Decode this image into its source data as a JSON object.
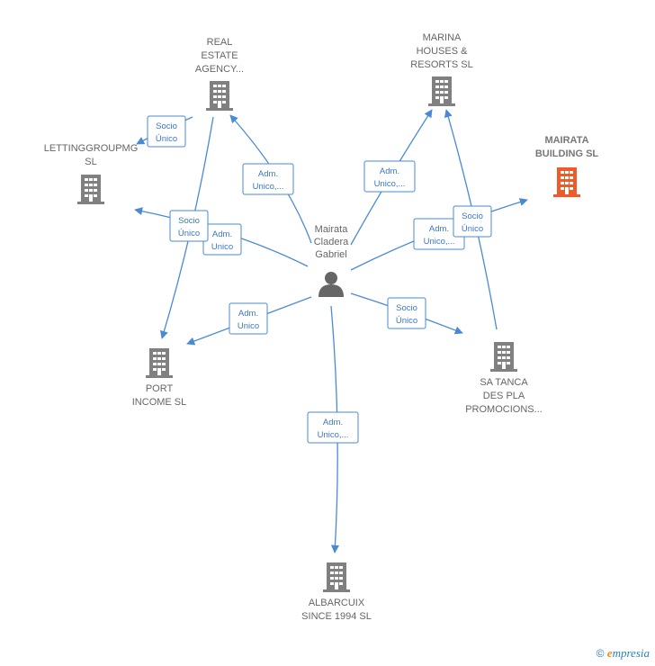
{
  "center": {
    "id": "person",
    "lines": [
      "Mairata",
      "Cladera",
      "Gabriel"
    ]
  },
  "companies": [
    {
      "id": "real_estate",
      "lines": [
        "REAL",
        "ESTATE",
        "AGENCY..."
      ],
      "color": "#808080",
      "bold": false
    },
    {
      "id": "marina",
      "lines": [
        "MARINA",
        "HOUSES &",
        "RESORTS  SL"
      ],
      "color": "#808080",
      "bold": false
    },
    {
      "id": "lettinggroup",
      "lines": [
        "LETTINGGROUPMG",
        "SL"
      ],
      "color": "#808080",
      "bold": false
    },
    {
      "id": "mairata_building",
      "lines": [
        "MAIRATA",
        "BUILDING  SL"
      ],
      "color": "#f05a28",
      "bold": true
    },
    {
      "id": "port_income",
      "lines": [
        "PORT",
        "INCOME  SL"
      ],
      "color": "#808080",
      "bold": false
    },
    {
      "id": "sa_tanca",
      "lines": [
        "SA TANCA",
        "DES PLA",
        "PROMOCIONS..."
      ],
      "color": "#808080",
      "bold": false
    },
    {
      "id": "albarcuix",
      "lines": [
        "ALBARCUIX",
        "SINCE 1994  SL"
      ],
      "color": "#808080",
      "bold": false
    }
  ],
  "edge_labels": [
    {
      "id": "e_real_estate",
      "lines": [
        "Adm.",
        "Unico,..."
      ]
    },
    {
      "id": "e_marina",
      "lines": [
        "Adm.",
        "Unico,..."
      ]
    },
    {
      "id": "e_letting",
      "lines": [
        "Adm.",
        "Unico"
      ]
    },
    {
      "id": "e_mairata",
      "lines": [
        "Adm.",
        "Unico,..."
      ]
    },
    {
      "id": "e_port",
      "lines": [
        "Adm.",
        "Unico"
      ]
    },
    {
      "id": "e_sa_tanca",
      "lines": [
        "Socio",
        "Único"
      ]
    },
    {
      "id": "e_albarcuix",
      "lines": [
        "Adm.",
        "Unico,..."
      ]
    },
    {
      "id": "e_re_letting",
      "lines": [
        "Socio",
        "Único"
      ]
    },
    {
      "id": "e_re_port",
      "lines": [
        "Socio",
        "Único"
      ]
    },
    {
      "id": "e_sa_marina",
      "lines": [
        "Socio",
        "Único"
      ]
    }
  ],
  "footer": {
    "copyright": "©",
    "brand_mark": "e",
    "brand_rest": "mpresia"
  }
}
